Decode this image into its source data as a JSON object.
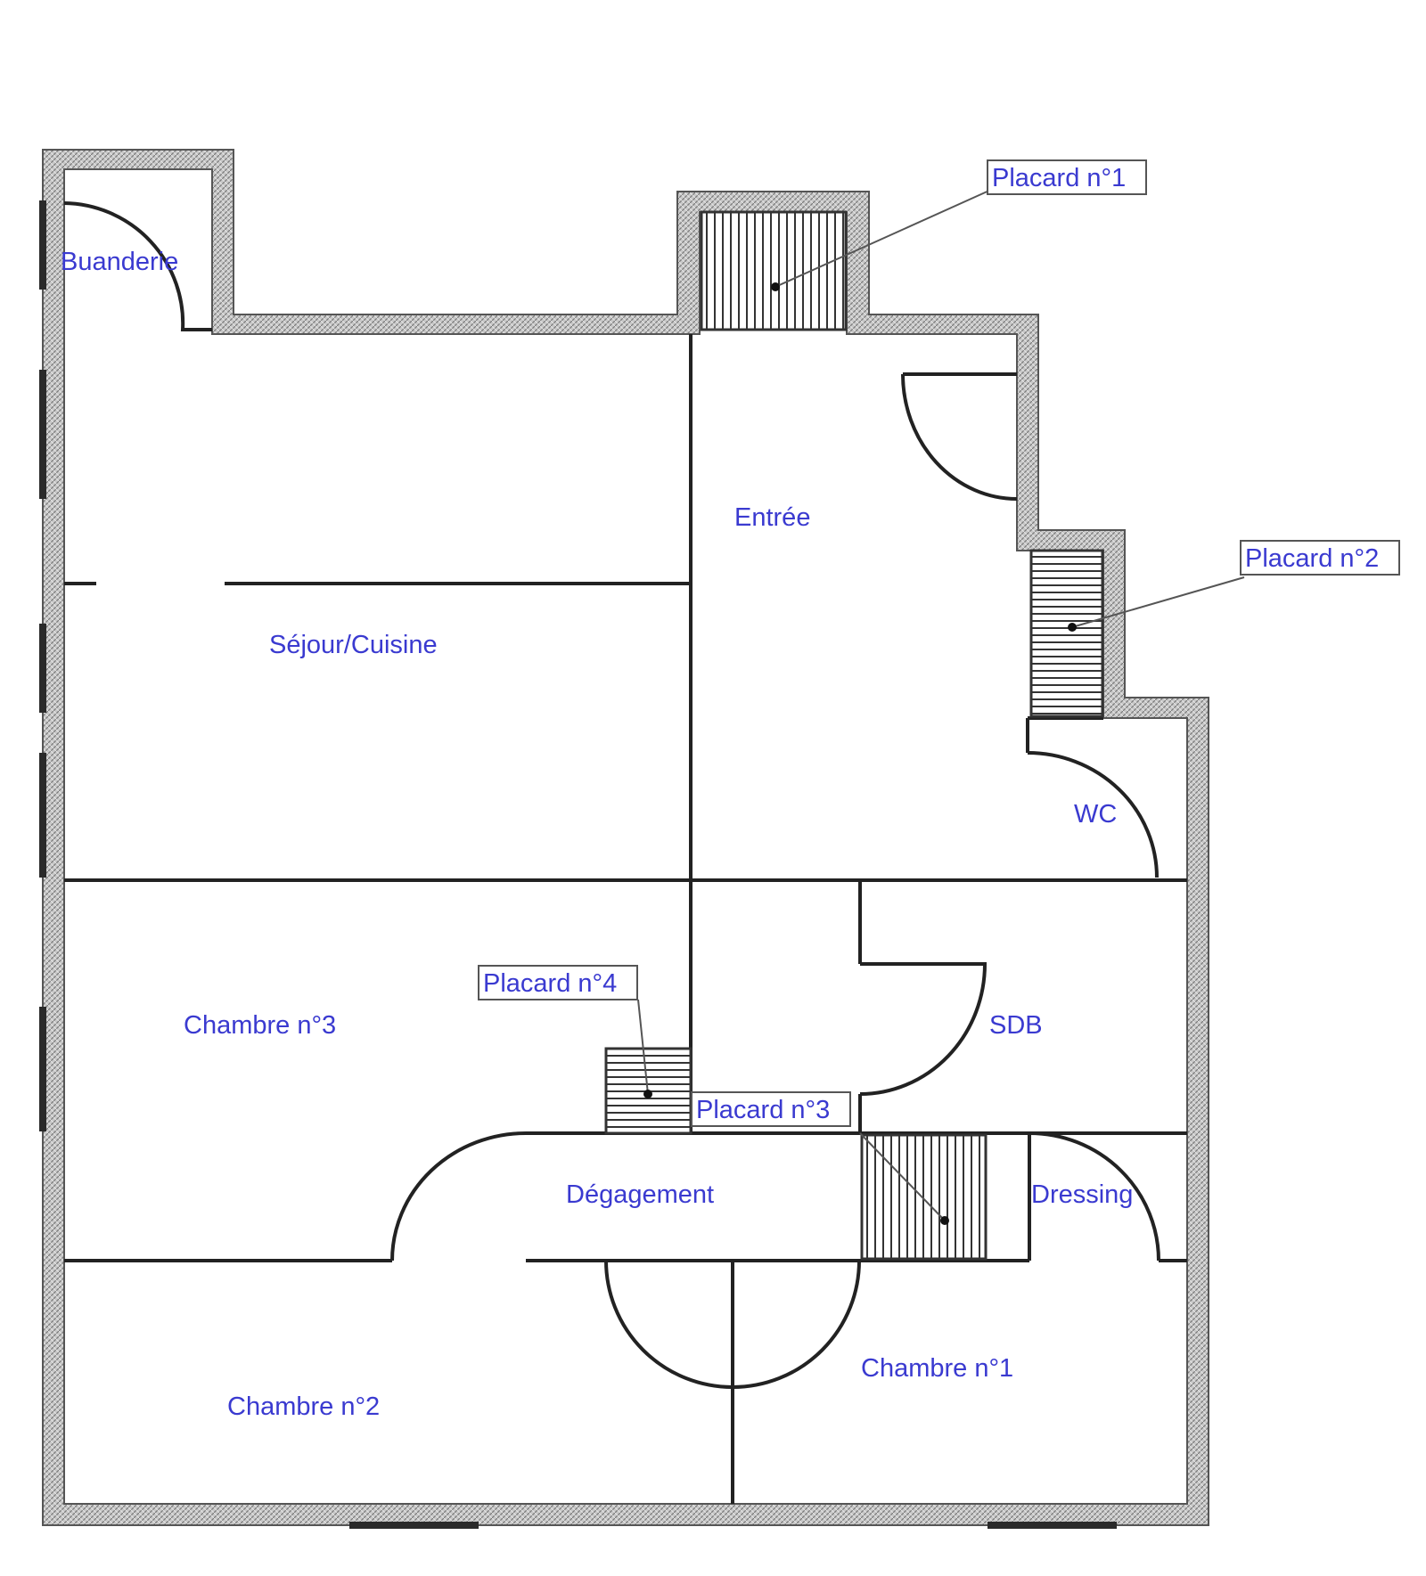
{
  "rooms": {
    "buanderie": "Buanderie",
    "sejour": "Séjour/Cuisine",
    "entree": "Entrée",
    "wc": "WC",
    "chambre3": "Chambre n°3",
    "sdb": "SDB",
    "degagement": "Dégagement",
    "dressing": "Dressing",
    "chambre2": "Chambre n°2",
    "chambre1": "Chambre n°1"
  },
  "callouts": {
    "placard1": "Placard n°1",
    "placard2": "Placard n°2",
    "placard3": "Placard n°3",
    "placard4": "Placard n°4"
  },
  "colors": {
    "label": "#3a3ad0",
    "wall_hatch": "#9a9a9a",
    "line": "#222222"
  }
}
